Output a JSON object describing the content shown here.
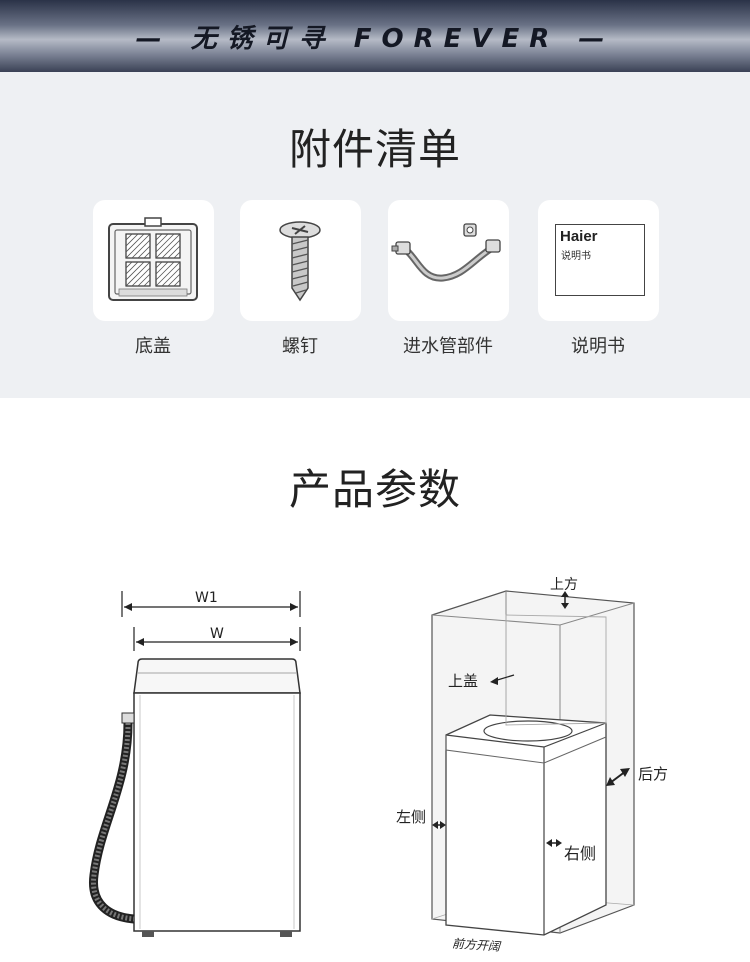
{
  "banner": {
    "text": "— 无锈可寻 FOREVER —"
  },
  "accessories": {
    "title": "附件清单",
    "items": [
      {
        "label": "底盖",
        "icon": "bottom-cover-icon"
      },
      {
        "label": "螺钉",
        "icon": "screw-icon"
      },
      {
        "label": "进水管部件",
        "icon": "inlet-hose-icon"
      },
      {
        "label": "说明书",
        "icon": "manual-icon"
      }
    ],
    "manual_brand": "Haier",
    "manual_text": "说明书"
  },
  "params": {
    "title": "产品参数",
    "front_diagram": {
      "w1_label": "W1",
      "w_label": "W"
    },
    "clearance_diagram": {
      "top": "上方",
      "lid": "上盖",
      "back": "后方",
      "left": "左侧",
      "right": "右侧",
      "front": "前方开阔"
    }
  }
}
